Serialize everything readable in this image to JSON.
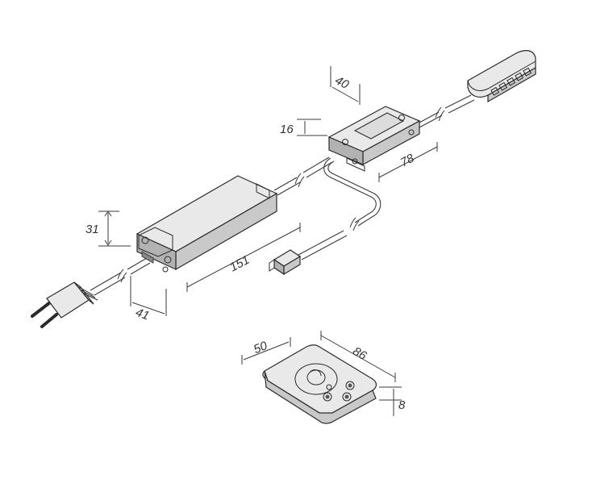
{
  "dimensions": {
    "power_supply_height": "31",
    "power_supply_length": "151",
    "power_supply_width": "41",
    "dimmer_height": "16",
    "dimmer_width": "40",
    "dimmer_length": "78",
    "remote_width": "50",
    "remote_length": "86",
    "remote_thickness": "8"
  },
  "colors": {
    "line": "#2a2a2a",
    "fill_light": "#e9e9e9",
    "fill_mid": "#c9c9c9",
    "fill_dark": "#b2b2b2"
  }
}
